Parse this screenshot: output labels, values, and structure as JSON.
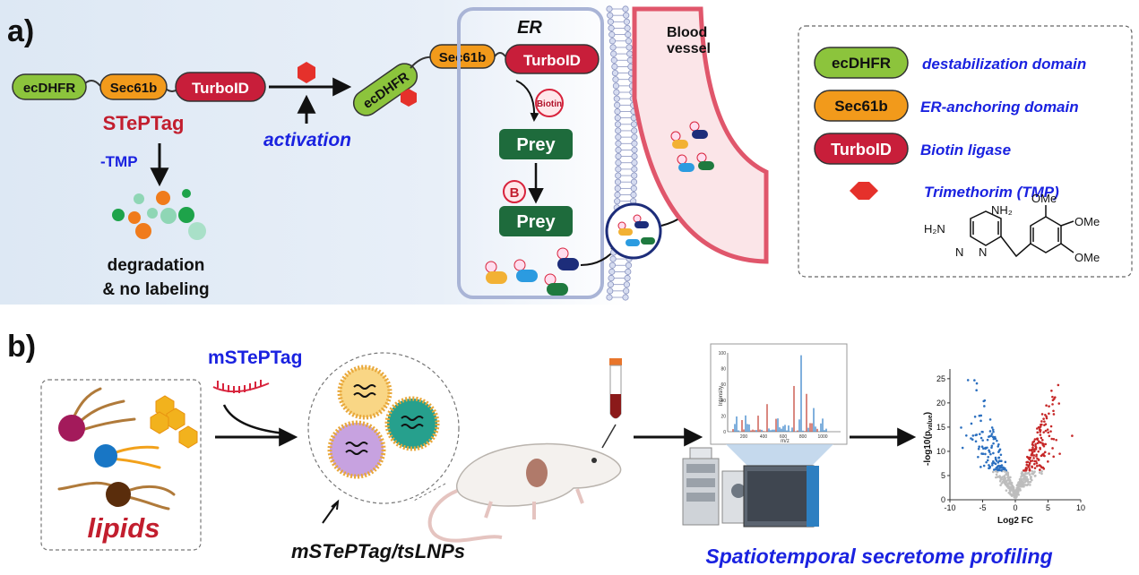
{
  "panel_a": {
    "label": "a)",
    "construct": {
      "ecdhfr": "ecDHFR",
      "sec61b": "Sec61b",
      "turboid": "TurboID",
      "name": "STePTag"
    },
    "minus_tmp": "-TMP",
    "degradation": {
      "line1": "degradation",
      "line2": "& no labeling"
    },
    "activation": "activation",
    "er_label": "ER",
    "biotin": "Biotin",
    "biotin_mark": "B",
    "prey": "Prey",
    "blood_vessel": {
      "line1": "Blood",
      "line2": "vessel"
    },
    "legend": [
      {
        "name": "ecDHFR",
        "desc": "destabilization domain",
        "color": "#8cc43c"
      },
      {
        "name": "Sec61b",
        "desc": "ER-anchoring domain",
        "color": "#f29a1b"
      },
      {
        "name": "TurboID",
        "desc": "Biotin ligase",
        "color": "#c81e3a"
      },
      {
        "name": "",
        "desc": "Trimethorim (TMP)",
        "color": "#e5312b"
      }
    ],
    "tmp_structure": {
      "h2n": "H₂N",
      "nh2": "NH₂",
      "n1": "N",
      "n2": "N",
      "ome1": "OMe",
      "ome2": "OMe",
      "ome3": "OMe"
    }
  },
  "panel_b": {
    "label": "b)",
    "lipids": "lipids",
    "mrna_label": "mSTePTag",
    "lnp_label": "mSTePTag/tsLNPs",
    "profiling": "Spatiotemporal secretome profiling",
    "mass_spec": {
      "xlabel": "m/z",
      "ylabel": "Intensity",
      "x_ticks": [
        "200",
        "400",
        "600",
        "800",
        "1000"
      ],
      "y_ticks": [
        "0",
        "20",
        "40",
        "60",
        "80",
        "100"
      ]
    },
    "volcano": {
      "xlabel": "Log2 FC",
      "ylabel": "-log10(p",
      "ylabel_sub": "value",
      "ylabel_end": ")",
      "x_ticks": [
        "-10",
        "-5",
        "0",
        "5",
        "10"
      ],
      "y_ticks": [
        "0",
        "5",
        "10",
        "15",
        "20",
        "25"
      ]
    }
  },
  "colors": {
    "ecdhfr": "#8cc43c",
    "sec61b": "#f29a1b",
    "turboid": "#c81e3a",
    "prey": "#1e6b3c",
    "tmp": "#e5312b",
    "accent_blue": "#1a22e0",
    "stag_red": "#c21e2e"
  }
}
